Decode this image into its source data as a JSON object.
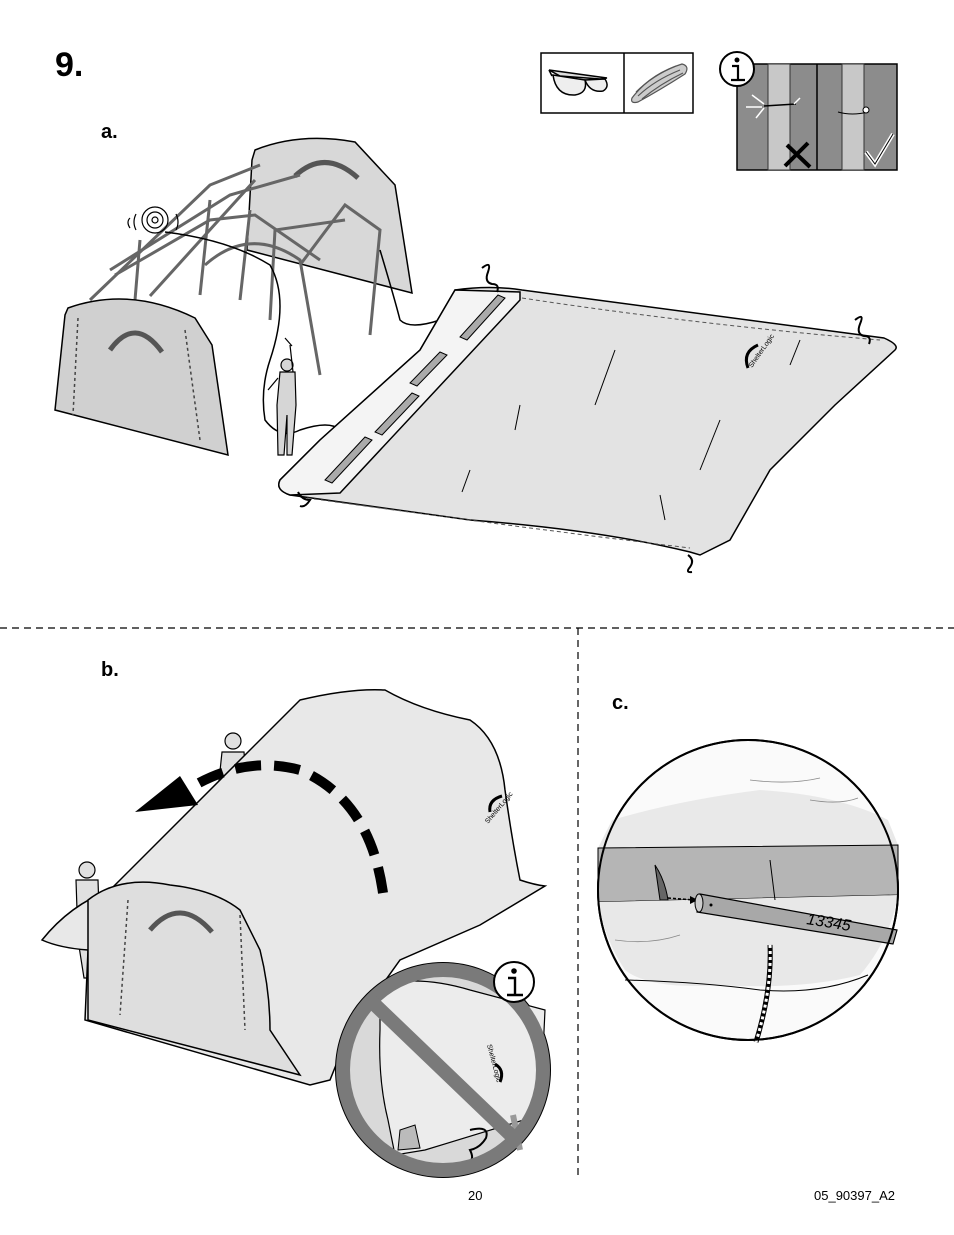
{
  "step": {
    "number": "9."
  },
  "sections": {
    "a": {
      "label": "a."
    },
    "b": {
      "label": "b."
    },
    "c": {
      "label": "c.",
      "part_number": "13345"
    }
  },
  "icons": {
    "tools": [
      "safety-glasses-icon",
      "rope-icon"
    ],
    "info": "info-icon",
    "wrong": "x-mark-icon",
    "right": "check-mark-icon"
  },
  "footer": {
    "page": "20",
    "code": "05_90397_A2"
  }
}
